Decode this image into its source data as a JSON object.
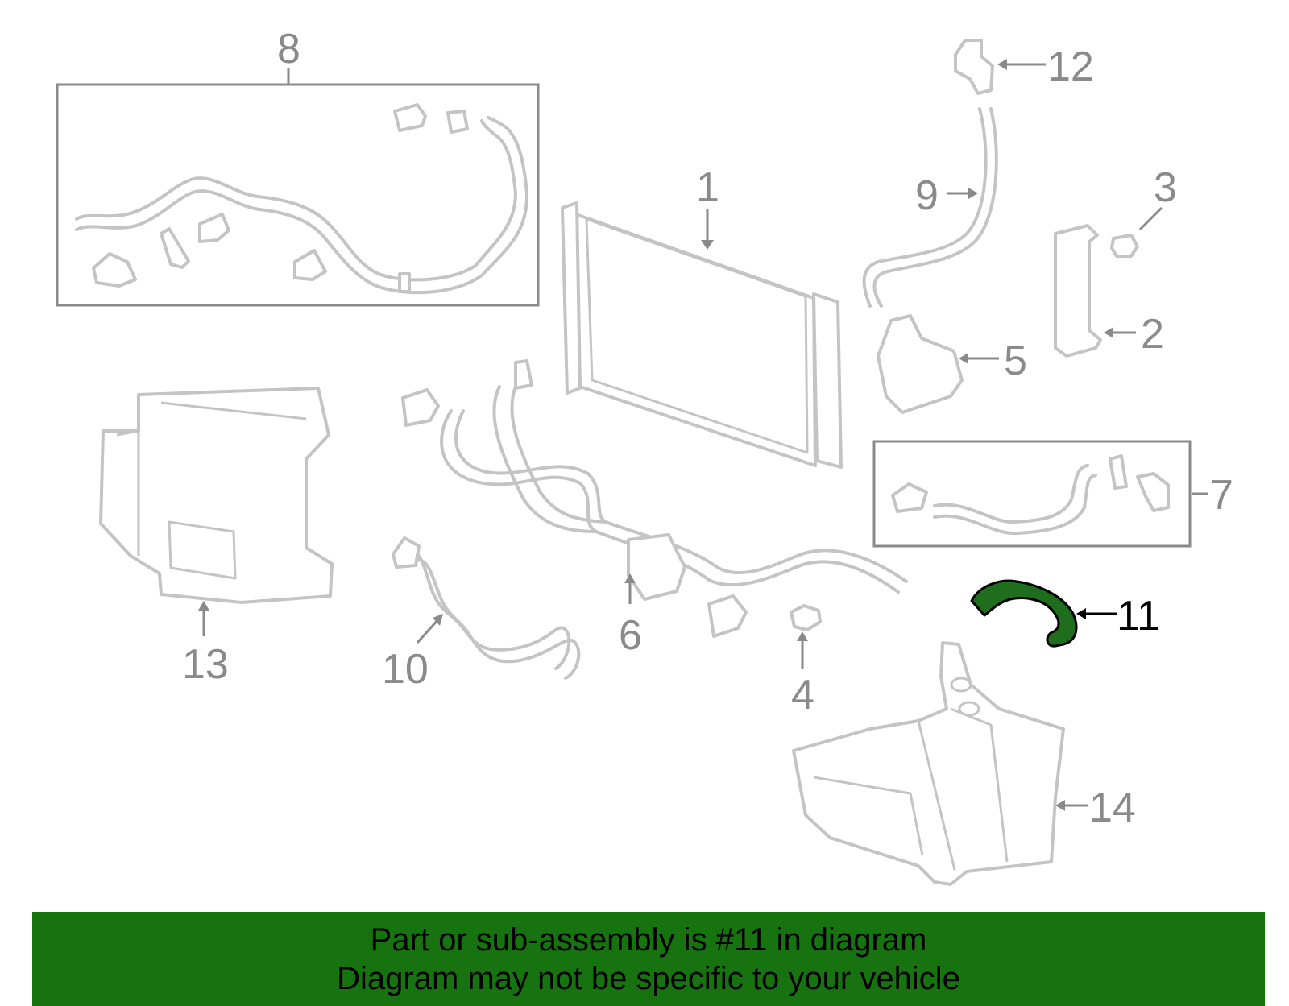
{
  "diagram": {
    "callouts": {
      "c1": "1",
      "c2": "2",
      "c3": "3",
      "c4": "4",
      "c5": "5",
      "c6": "6",
      "c7": "7",
      "c8": "8",
      "c9": "9",
      "c10": "10",
      "c11": "11",
      "c12": "12",
      "c13": "13",
      "c14": "14"
    },
    "highlighted_part": "11",
    "colors": {
      "highlight": "#1e6e1e",
      "banner": "#17730f",
      "outline": "#c4c4c4",
      "callout": "#8a8a8a"
    }
  },
  "banner": {
    "line1": "Part or sub-assembly is #11 in diagram",
    "line2": "Diagram may not be specific to your vehicle"
  }
}
